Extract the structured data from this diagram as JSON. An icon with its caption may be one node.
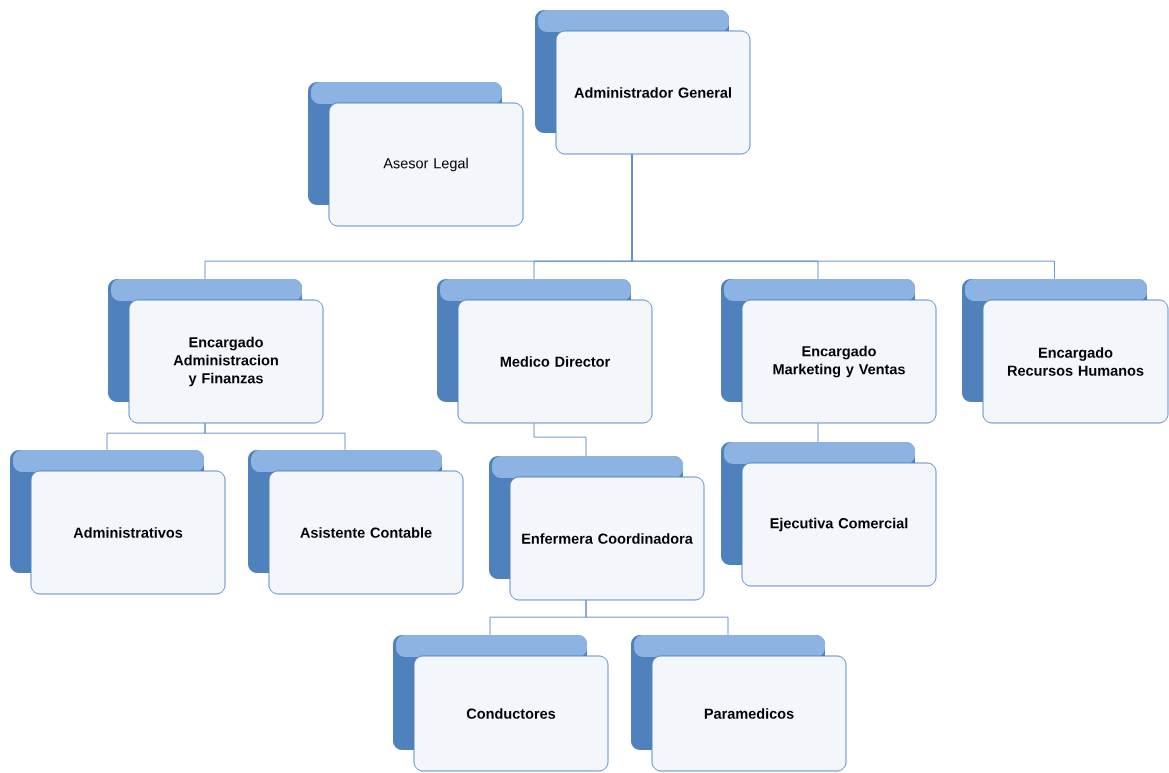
{
  "diagram": {
    "nodes": [
      {
        "text": [
          "Administrador General"
        ]
      },
      {
        "text": [
          "Asesor Legal"
        ]
      },
      {
        "text": [
          "Encargado Administracion y Finanzas"
        ]
      },
      {
        "text": [
          "Medico Director"
        ]
      },
      {
        "text": [
          "Encargado Marketing y Ventas"
        ]
      },
      {
        "text": [
          "Encargado Recursos Humanos"
        ]
      },
      {
        "text": [
          "Administrativos"
        ]
      },
      {
        "text": [
          "Asistente Contable"
        ]
      },
      {
        "text": [
          "Enfermera Coordinadora"
        ]
      },
      {
        "text": [
          "Ejecutiva Comercial"
        ]
      },
      {
        "text": [
          "Conductores"
        ]
      },
      {
        "text": [
          "Paramedicos"
        ]
      }
    ],
    "edges": [
      {
        "from": 0,
        "to": 2,
        "arrow": "none"
      },
      {
        "from": 0,
        "to": 3,
        "arrow": "none"
      },
      {
        "from": 0,
        "to": 4,
        "arrow": "none"
      },
      {
        "from": 0,
        "to": 5,
        "arrow": "none"
      },
      {
        "from": 2,
        "to": 6,
        "arrow": "none"
      },
      {
        "from": 2,
        "to": 7,
        "arrow": "none"
      },
      {
        "from": 3,
        "to": 8,
        "arrow": "none"
      },
      {
        "from": 4,
        "to": 9,
        "arrow": "none"
      },
      {
        "from": 8,
        "to": 10,
        "arrow": "none"
      },
      {
        "from": 8,
        "to": 11,
        "arrow": "none"
      }
    ]
  }
}
